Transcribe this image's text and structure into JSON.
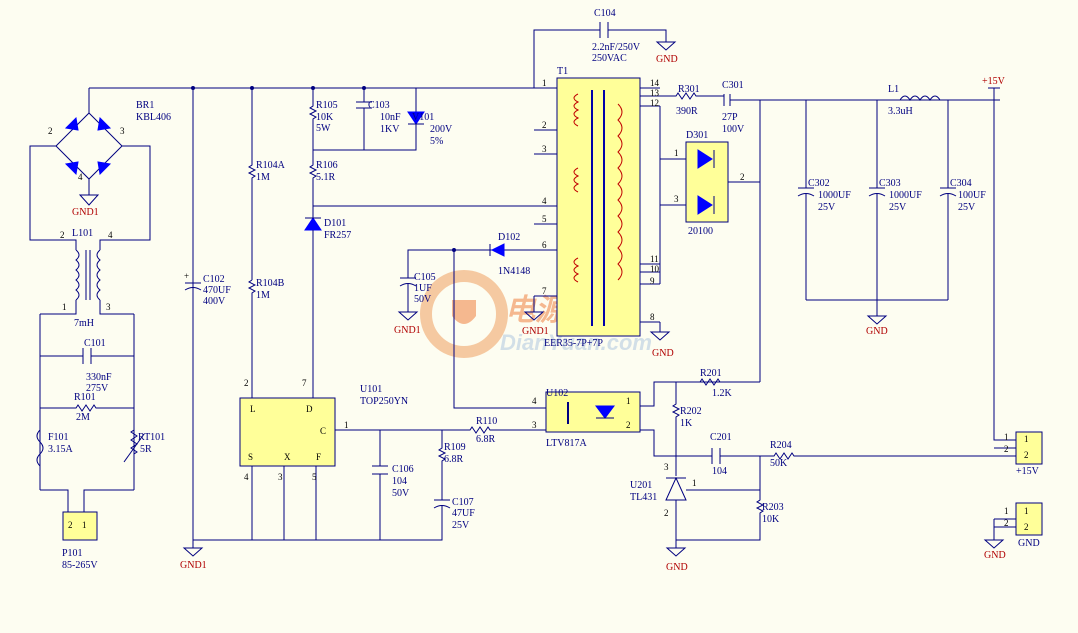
{
  "watermark": {
    "cn": "电源网",
    "en": "DianYuan.com"
  },
  "parts": {
    "br1": {
      "ref": "BR1",
      "val": "KBL406"
    },
    "gnd1_top": "GND1",
    "l101": {
      "ref": "L101",
      "val": "7mH"
    },
    "c101": {
      "ref": "C101",
      "val1": "330nF",
      "val2": "275V"
    },
    "r101": {
      "ref": "R101",
      "val": "2M"
    },
    "f101": {
      "ref": "F101",
      "val": "3.15A"
    },
    "rt101": {
      "ref": "RT101",
      "val": "5R"
    },
    "p101": {
      "ref": "P101",
      "val": "85-265V"
    },
    "c102": {
      "ref": "C102",
      "val1": "470UF",
      "val2": "400V"
    },
    "r104a": {
      "ref": "R104A",
      "val": "1M"
    },
    "r104b": {
      "ref": "R104B",
      "val": "1M"
    },
    "r105": {
      "ref": "R105",
      "val1": "10K",
      "val2": "5W"
    },
    "c103": {
      "ref": "C103",
      "val1": "10nF",
      "val2": "1KV"
    },
    "v101": {
      "ref": "V101",
      "val1": "200V",
      "val2": "5%"
    },
    "r106": {
      "ref": "R106",
      "val": "5.1R"
    },
    "d101": {
      "ref": "D101",
      "val": "FR257"
    },
    "c104": {
      "ref": "C104",
      "val1": "2.2nF/250V",
      "val2": "250VAC"
    },
    "gnd_c104": "GND",
    "t1": {
      "ref": "T1",
      "val": "EER35-7P+7P"
    },
    "d102": {
      "ref": "D102",
      "val": "1N4148"
    },
    "c105": {
      "ref": "C105",
      "val1": "1UF",
      "val2": "50V"
    },
    "gnd1_c105": "GND1",
    "gnd1_t1": "GND1",
    "gnd_t1": "GND",
    "r301": {
      "ref": "R301",
      "val": "390R"
    },
    "c301": {
      "ref": "C301",
      "val1": "27P",
      "val2": "100V"
    },
    "d301": {
      "ref": "D301",
      "val": "20100"
    },
    "l1": {
      "ref": "L1",
      "val": "3.3uH"
    },
    "p15v": "+15V",
    "c302": {
      "ref": "C302",
      "val1": "1000UF",
      "val2": "25V"
    },
    "c303": {
      "ref": "C303",
      "val1": "1000UF",
      "val2": "25V"
    },
    "c304": {
      "ref": "C304",
      "val1": "100UF",
      "val2": "25V"
    },
    "gnd_out": "GND",
    "u101": {
      "ref": "U101",
      "val": "TOP250YN"
    },
    "u102": {
      "ref": "U102",
      "val": "LTV817A"
    },
    "r110": {
      "ref": "R110",
      "val": "6.8R"
    },
    "r109": {
      "ref": "R109",
      "val": "6.8R"
    },
    "c106": {
      "ref": "C106",
      "val1": "104",
      "val2": "50V"
    },
    "c107": {
      "ref": "C107",
      "val1": "47UF",
      "val2": "25V"
    },
    "gnd1_bottom": "GND1",
    "r201": {
      "ref": "R201",
      "val": "1.2K"
    },
    "r202": {
      "ref": "R202",
      "val": "1K"
    },
    "c201": {
      "ref": "C201",
      "val": "104"
    },
    "r204": {
      "ref": "R204",
      "val": "50K"
    },
    "u201": {
      "ref": "U201",
      "val": "TL431"
    },
    "r203": {
      "ref": "R203",
      "val": "10K"
    },
    "gnd_u201": "GND",
    "conn15": {
      "label": "+15V"
    },
    "conngnd": {
      "label": "GND"
    },
    "gnd_conn": "GND"
  },
  "pins": {
    "u101": {
      "L": "L",
      "D": "D",
      "C": "C",
      "S": "S",
      "X": "X",
      "F": "F"
    }
  }
}
